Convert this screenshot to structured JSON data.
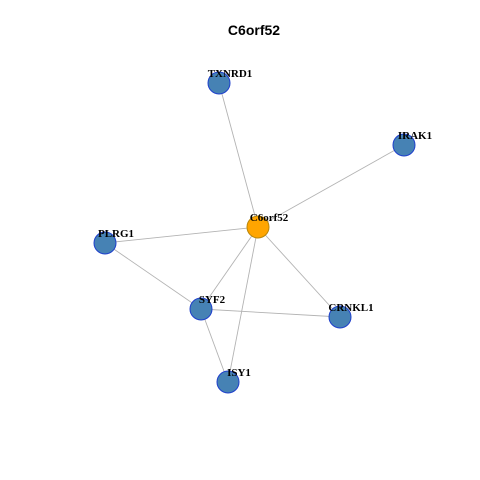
{
  "title": "C6orf52",
  "colors": {
    "center_fill": "#FFA500",
    "center_stroke": "#B8860B",
    "node_fill": "#4682B4",
    "node_stroke": "#1E3FCC",
    "edge": "#B3B3B3"
  },
  "nodes": [
    {
      "id": "C6orf52",
      "label": "C6orf52",
      "center": true
    },
    {
      "id": "TXNRD1",
      "label": "TXNRD1",
      "center": false
    },
    {
      "id": "IRAK1",
      "label": "IRAK1",
      "center": false
    },
    {
      "id": "PLRG1",
      "label": "PLRG1",
      "center": false
    },
    {
      "id": "SYF2",
      "label": "SYF2",
      "center": false
    },
    {
      "id": "CRNKL1",
      "label": "CRNKL1",
      "center": false
    },
    {
      "id": "ISY1",
      "label": "ISY1",
      "center": false
    }
  ],
  "edges": [
    [
      "C6orf52",
      "TXNRD1"
    ],
    [
      "C6orf52",
      "IRAK1"
    ],
    [
      "C6orf52",
      "PLRG1"
    ],
    [
      "C6orf52",
      "SYF2"
    ],
    [
      "C6orf52",
      "CRNKL1"
    ],
    [
      "C6orf52",
      "ISY1"
    ],
    [
      "PLRG1",
      "SYF2"
    ],
    [
      "SYF2",
      "CRNKL1"
    ],
    [
      "SYF2",
      "ISY1"
    ]
  ]
}
